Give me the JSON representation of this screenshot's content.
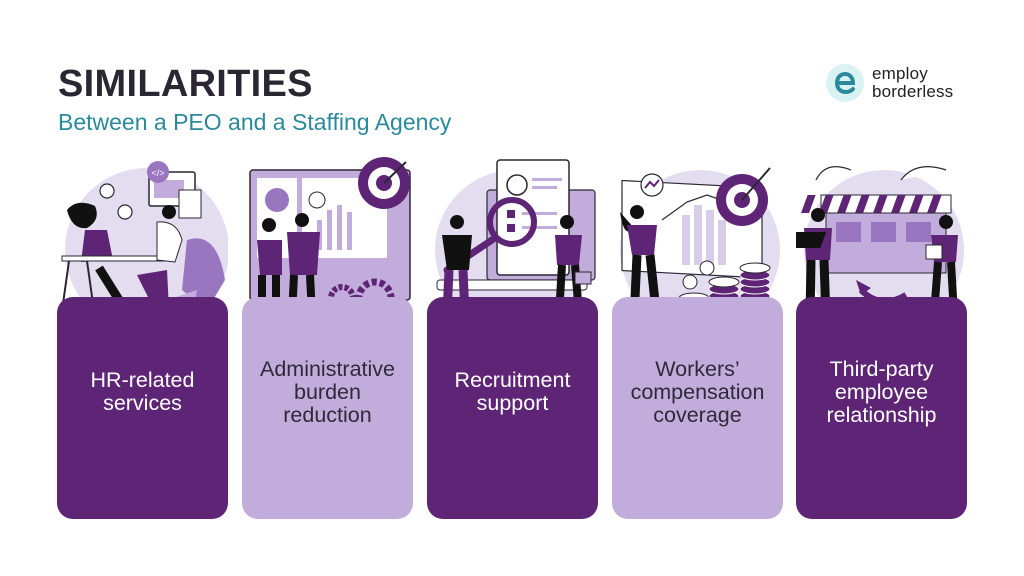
{
  "header": {
    "title": "SIMILARITIES",
    "subtitle": "Between a PEO and a Staffing Agency"
  },
  "logo": {
    "line1": "employ",
    "line2": "borderless",
    "icon": "e-letter-icon",
    "color": "#2a8a9b"
  },
  "colors": {
    "dark_card": "#5e2475",
    "light_card": "#c2acdb",
    "title": "#2a2733",
    "subtitle": "#2a8a9b"
  },
  "cards": [
    {
      "label": "HR-related\nservices",
      "style": "dark",
      "illustration": "meeting-at-desk-illustration"
    },
    {
      "label": "Administrative\nburden\nreduction",
      "style": "light",
      "illustration": "dashboard-target-gears-illustration"
    },
    {
      "label": "Recruitment\nsupport",
      "style": "dark",
      "illustration": "magnifier-resume-illustration"
    },
    {
      "label": "Workers’\ncompensation\ncoverage",
      "style": "light",
      "illustration": "coins-target-chart-illustration"
    },
    {
      "label": "Third-party\nemployee\nrelationship",
      "style": "dark",
      "illustration": "storefront-exchange-illustration"
    }
  ]
}
